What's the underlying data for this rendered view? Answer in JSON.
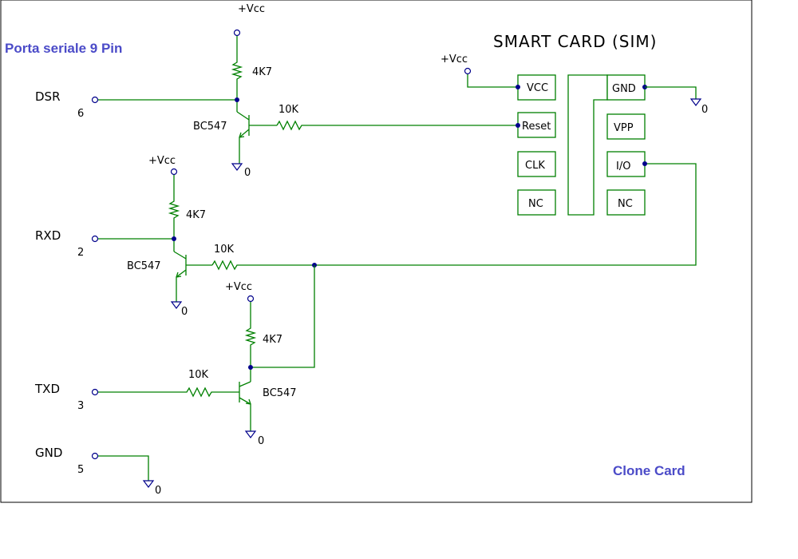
{
  "labels": {
    "left_title": "Porta seriale 9 Pin",
    "right_title": "SMART CARD (SIM)",
    "footer_title": "Clone Card"
  },
  "colors": {
    "wire": "#008000",
    "node": "#00008b",
    "accent_text": "#4b4bc8"
  },
  "serial_pins": [
    {
      "name": "DSR",
      "number": "6"
    },
    {
      "name": "RXD",
      "number": "2"
    },
    {
      "name": "TXD",
      "number": "3"
    },
    {
      "name": "GND",
      "number": "5"
    }
  ],
  "sim_contacts": [
    "VCC",
    "Reset",
    "CLK",
    "NC",
    "GND",
    "VPP",
    "I/O",
    "NC"
  ],
  "components": {
    "vcc": "+Vcc",
    "resistor_pullup": "4K7",
    "resistor_base": "10K",
    "transistor": "BC547",
    "ground": "0"
  }
}
